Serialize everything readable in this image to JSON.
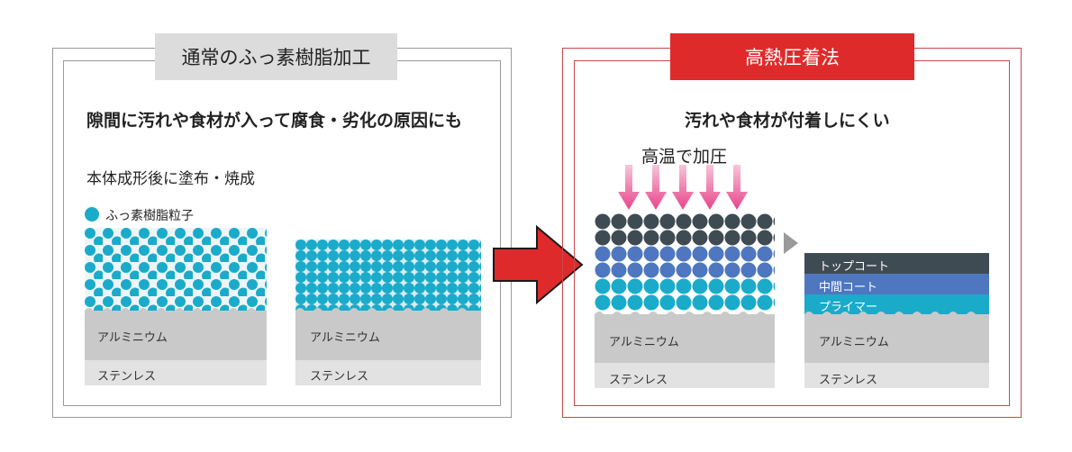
{
  "left_panel": {
    "tab_title": "通常のふっ素樹脂加工",
    "heading": "隙間に汚れや食材が入って腐食・劣化の原因にも",
    "subheading": "本体成形後に塗布・焼成",
    "legend_label": "ふっ素樹脂粒子",
    "sample1": {
      "layer_top": "アルミニウム",
      "layer_bottom": "ステンレス"
    },
    "sample2": {
      "layer_top": "アルミニウム",
      "layer_bottom": "ステンレス"
    }
  },
  "right_panel": {
    "tab_title": "高熱圧着法",
    "heading": "汚れや食材が付着しにくい",
    "pressure_label": "高温で加圧",
    "sample1": {
      "layer_top": "アルミニウム",
      "layer_bottom": "ステンレス"
    },
    "sample2": {
      "coat_top": "トップコート",
      "coat_mid": "中間コート",
      "coat_primer": "プライマー",
      "layer_top": "アルミニウム",
      "layer_bottom": "ステンレス"
    }
  },
  "colors": {
    "particle_cyan": "#1aabca",
    "particle_blue": "#4e77c0",
    "particle_dark": "#3f4b52",
    "aluminum_gray": "#c9c9c9",
    "stainless_gray": "#e2e2e2",
    "accent_red": "#df2a2c",
    "arrow_pink": "#e8448b",
    "tab_gray": "#dcdcdc"
  }
}
